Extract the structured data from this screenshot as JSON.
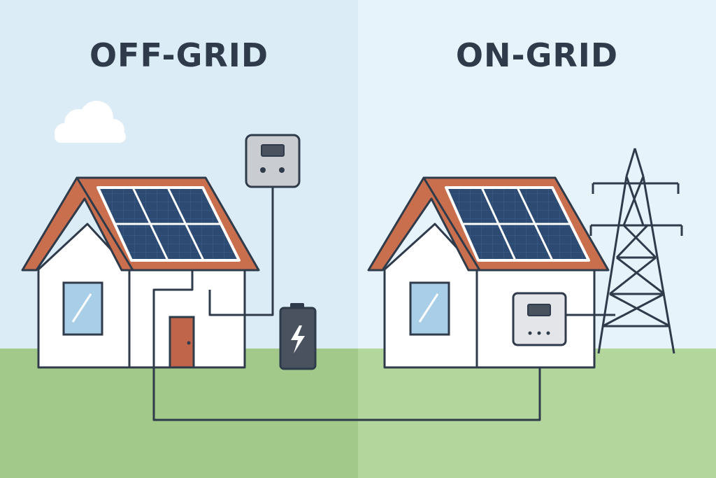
{
  "panels": {
    "left": {
      "title": "OFF-GRID"
    },
    "right": {
      "title": "ON-GRID"
    }
  },
  "icons": {
    "battery": "lightning-bolt",
    "inverter": "meter",
    "tower": "transmission-tower"
  },
  "colors": {
    "sky_left": "#dcecf7",
    "sky_right": "#e6f3fb",
    "grass_left": "#a3c98a",
    "grass_right": "#b3d69d",
    "roof": "#c96f4d",
    "solar_panel": "#2c4a72",
    "wall": "#ffffff",
    "outline": "#2f3b4a",
    "window": "#a9cfe8",
    "door": "#c0644a",
    "battery": "#4a5260",
    "inverter": "#c9ccd1"
  }
}
